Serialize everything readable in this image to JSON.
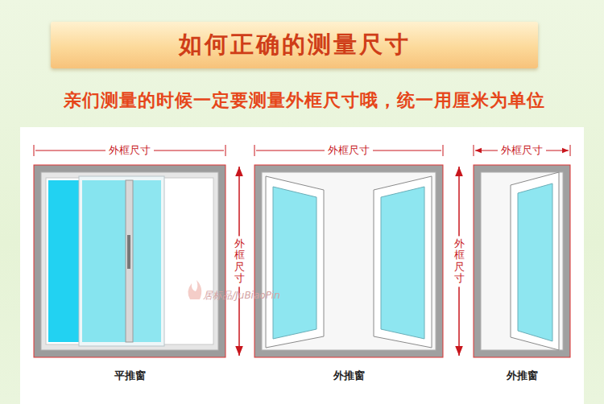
{
  "diagram": {
    "title": "如何正确的测量尺寸",
    "labels": [
      "亲们测量的时候一定要测量外框尺寸哦，统一用厘米为单位",
      "外框尺寸",
      "外框尺寸",
      "外框尺寸",
      "外框尺寸",
      "外框尺寸",
      "平推窗",
      "外推窗",
      "外推窗",
      "居标品/JuBiaoPin"
    ]
  }
}
